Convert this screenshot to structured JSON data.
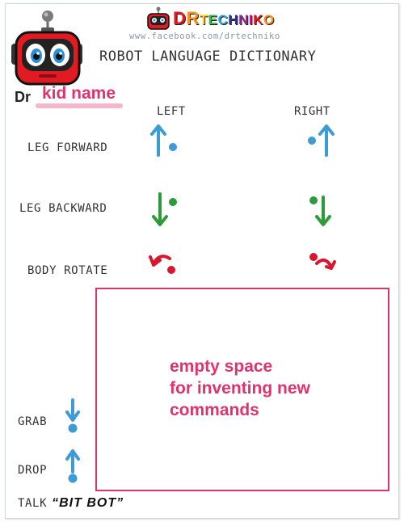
{
  "header": {
    "brand": "DrTechniko",
    "url": "www.facebook.com/drtechniko",
    "title": "ROBOT LANGUAGE DICTIONARY"
  },
  "owner": {
    "prefix": "Dr",
    "name": "kid name"
  },
  "columns": {
    "left": "LEFT",
    "right": "RIGHT"
  },
  "commands": [
    {
      "label": "LEG FORWARD",
      "color": "#3d9bd6"
    },
    {
      "label": "LEG BACKWARD",
      "color": "#2f9a3a"
    },
    {
      "label": "BODY ROTATE",
      "color": "#d8162d"
    }
  ],
  "extra": [
    {
      "label": "GRAB",
      "color": "#3d9bd6"
    },
    {
      "label": "DROP",
      "color": "#3d9bd6"
    }
  ],
  "talk": {
    "label": "TALK",
    "phrase": "“BIT BOT”"
  },
  "note": "empty space\nfor inventing new\ncommands",
  "colors": {
    "accent": "#e0336e",
    "robot_red": "#e21b23",
    "blue": "#3d9bd6",
    "green": "#2f9a3a"
  }
}
